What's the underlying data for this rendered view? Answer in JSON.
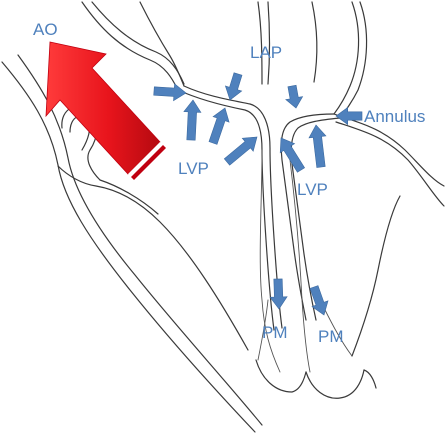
{
  "labels": {
    "ao": "AO",
    "lap": "LAP",
    "annulus": "Annulus",
    "lvp_left": "LVP",
    "lvp_right": "LVP",
    "pm_left": "PM",
    "pm_right": "PM"
  },
  "colors": {
    "label": "#4f81bd",
    "small_arrow": "#4f81bd",
    "outflow_arrow": "#e8141c",
    "outline": "#3a3a3a",
    "background": "#ffffff"
  },
  "icons": {
    "outflow": "red-outflow-arrow",
    "pressure": "blue-pressure-arrow"
  }
}
